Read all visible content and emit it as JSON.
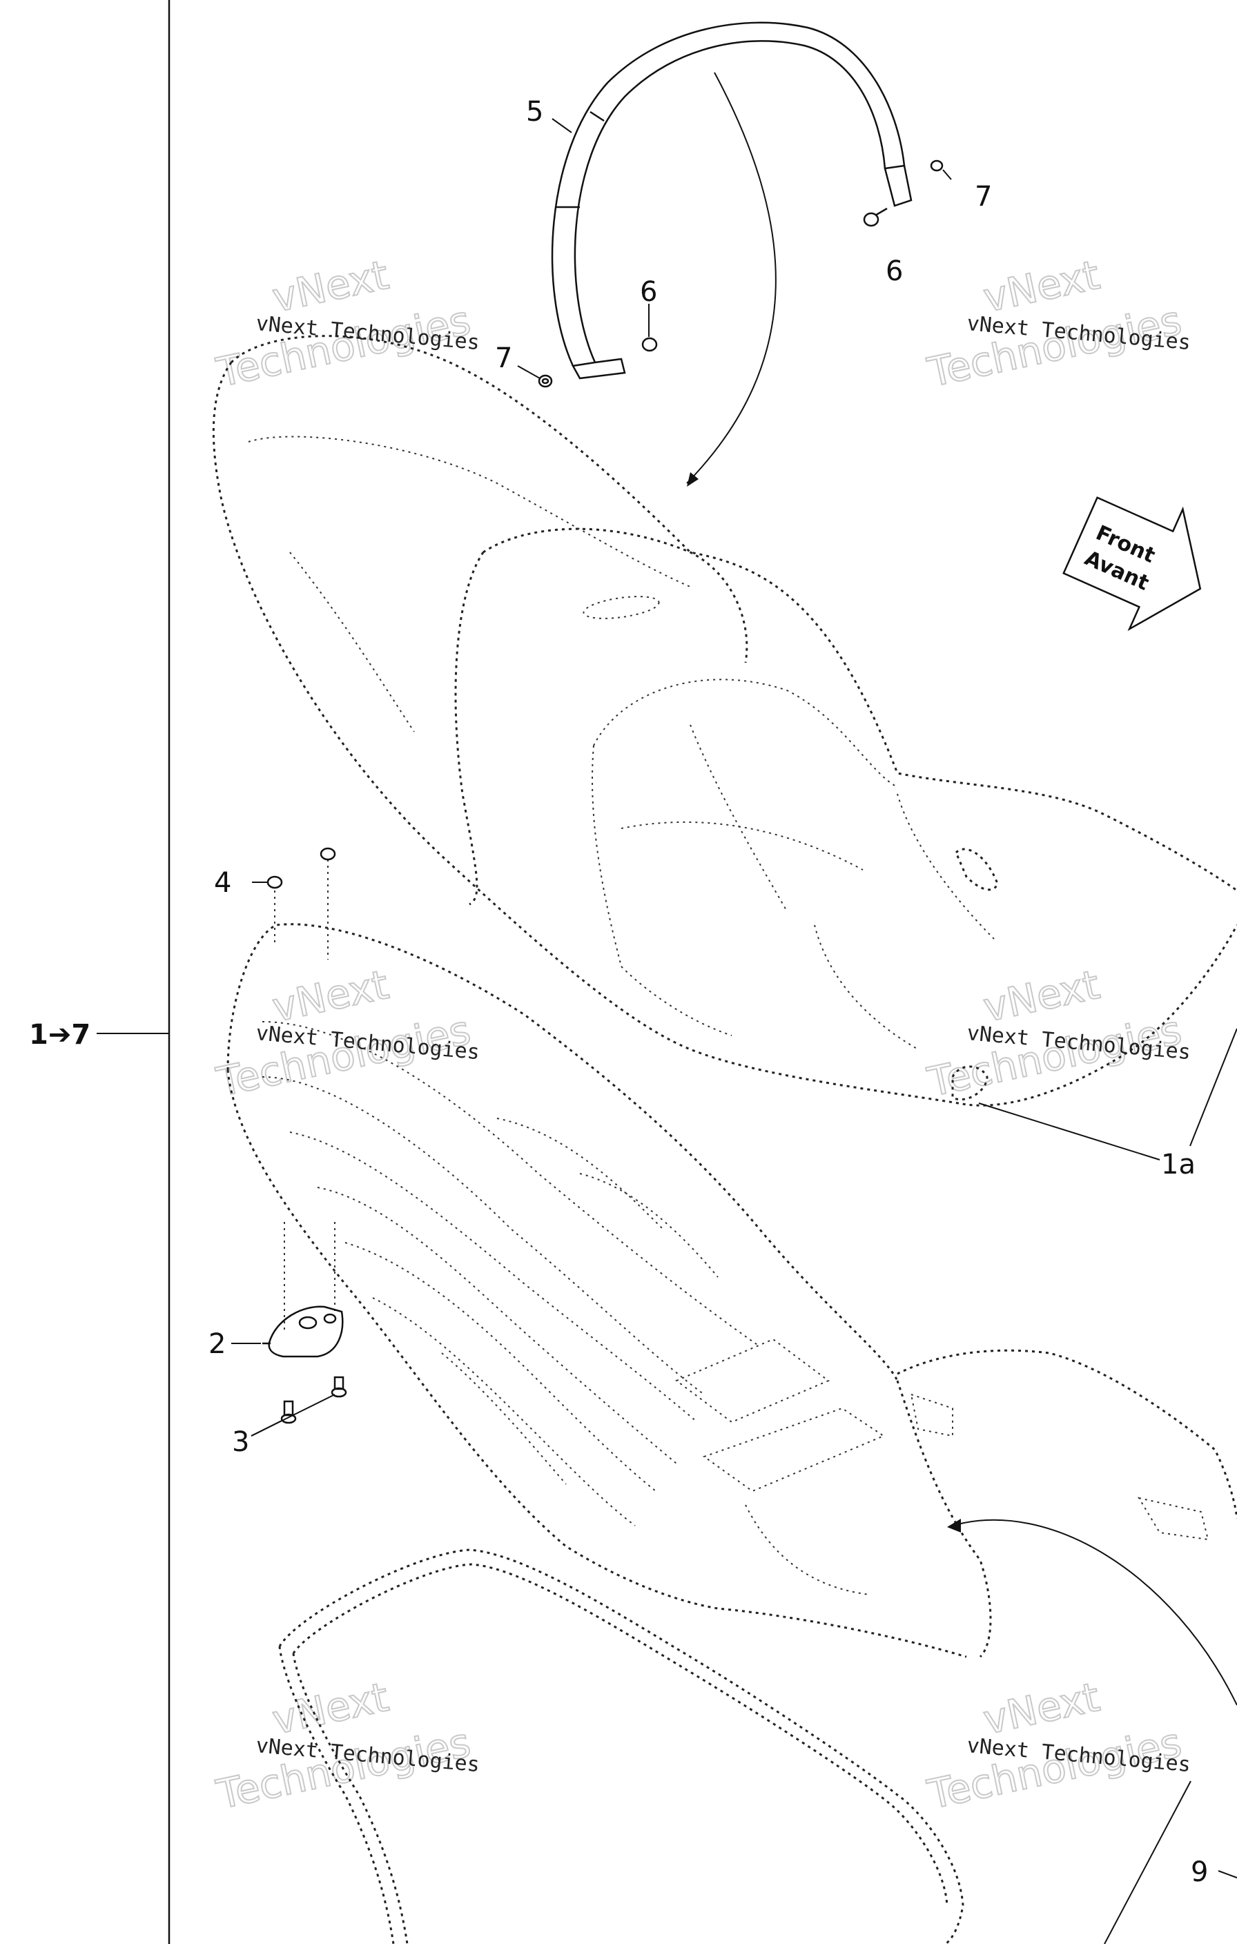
{
  "group_label": "1➔7",
  "callouts": {
    "c5": "5",
    "c7_top": "7",
    "c6_top": "6",
    "c6_mid": "6",
    "c7_mid": "7",
    "c4": "4",
    "c2": "2",
    "c3": "3",
    "c1a": "1a",
    "c9": "9"
  },
  "front_arrow": {
    "line1": "Front",
    "line2": "Avant"
  },
  "watermark": {
    "small": "vNext Technologies",
    "big1": "vNext",
    "big2": "Technologies"
  },
  "colors": {
    "line": "#111111",
    "watermark": "#c9c9c9",
    "background": "#ffffff"
  }
}
